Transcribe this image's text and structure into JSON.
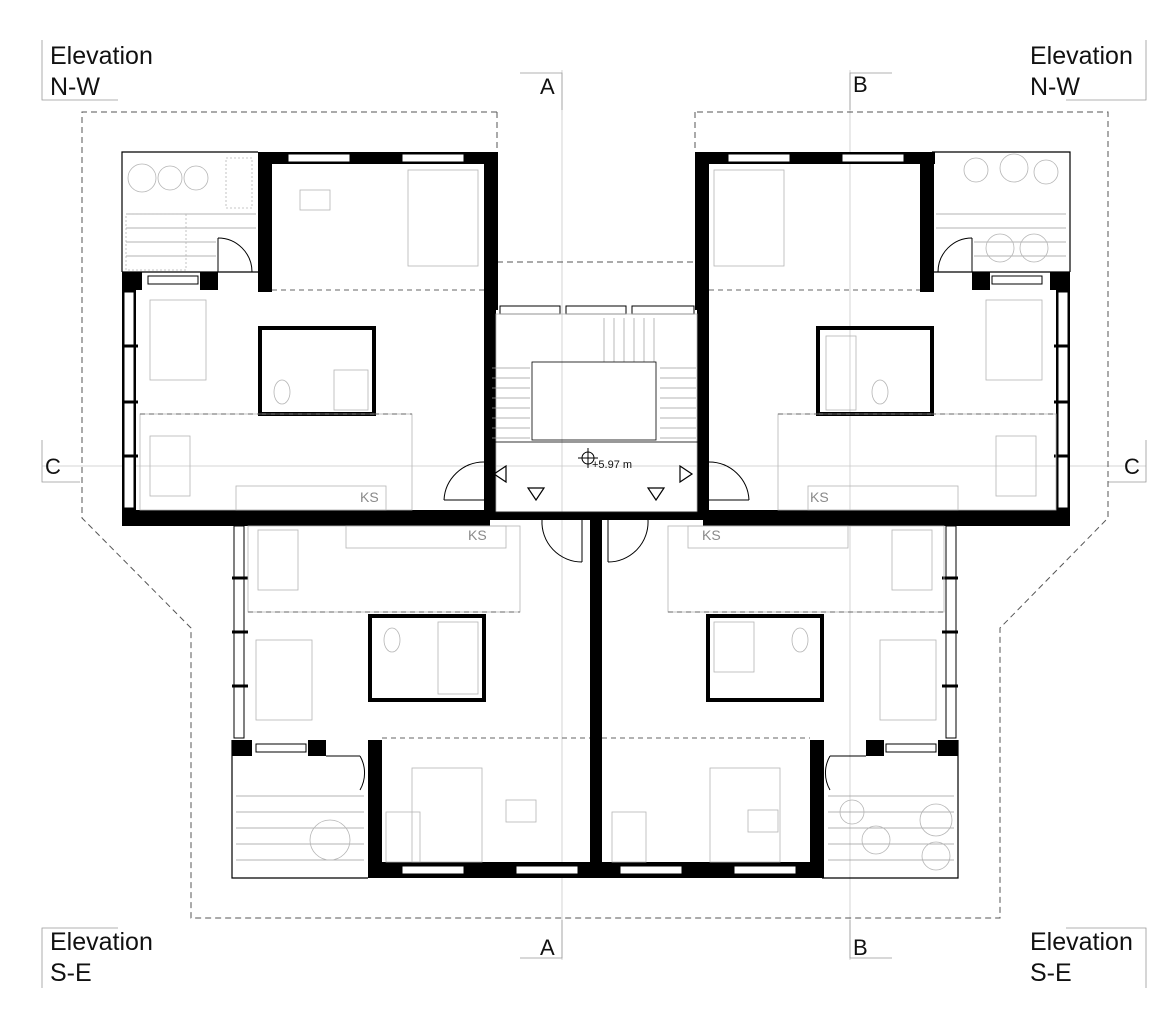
{
  "elevations": {
    "nw_left": {
      "line1": "Elevation",
      "line2": "N-W"
    },
    "nw_right": {
      "line1": "Elevation",
      "line2": "N-W"
    },
    "se_left": {
      "line1": "Elevation",
      "line2": "S-E"
    },
    "se_right": {
      "line1": "Elevation",
      "line2": "S-E"
    }
  },
  "sections": {
    "a_top": "A",
    "a_bottom": "A",
    "b_top": "B",
    "b_bottom": "B",
    "c_left": "C",
    "c_right": "C"
  },
  "stair_level": "+5.97 m",
  "storage_labels": [
    "KS",
    "KS",
    "KS",
    "KS"
  ]
}
